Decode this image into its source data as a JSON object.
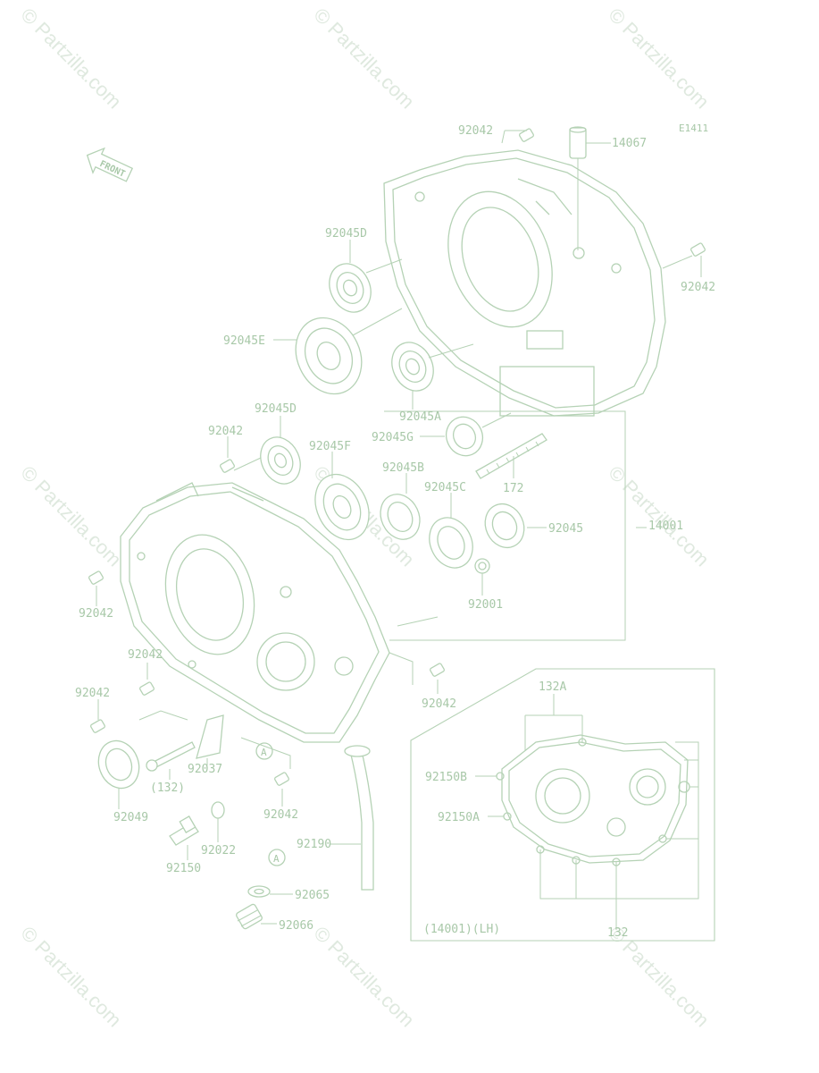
{
  "diagram_code": "E1411",
  "front_label": "FRONT",
  "watermark": "© Partzilla.com",
  "inset_caption": "(14001)(LH)",
  "callouts": [
    {
      "id": "c-92042-top",
      "text": "92042"
    },
    {
      "id": "c-14067",
      "text": "14067"
    },
    {
      "id": "c-92042-right",
      "text": "92042"
    },
    {
      "id": "c-92045D-top",
      "text": "92045D"
    },
    {
      "id": "c-92045E",
      "text": "92045E"
    },
    {
      "id": "c-92045A",
      "text": "92045A"
    },
    {
      "id": "c-92045G",
      "text": "92045G"
    },
    {
      "id": "c-92045D-mid",
      "text": "92045D"
    },
    {
      "id": "c-92042-mid",
      "text": "92042"
    },
    {
      "id": "c-92045F",
      "text": "92045F"
    },
    {
      "id": "c-92045B",
      "text": "92045B"
    },
    {
      "id": "c-92045C",
      "text": "92045C"
    },
    {
      "id": "c-172",
      "text": "172"
    },
    {
      "id": "c-92045",
      "text": "92045"
    },
    {
      "id": "c-14001",
      "text": "14001"
    },
    {
      "id": "c-92001",
      "text": "92001"
    },
    {
      "id": "c-92042-left",
      "text": "92042"
    },
    {
      "id": "c-92042-l2",
      "text": "92042"
    },
    {
      "id": "c-92042-l3",
      "text": "92042"
    },
    {
      "id": "c-92042-low",
      "text": "92042"
    },
    {
      "id": "c-92037",
      "text": "92037"
    },
    {
      "id": "c-132",
      "text": "(132)"
    },
    {
      "id": "c-92049",
      "text": "92049"
    },
    {
      "id": "c-92042-bottom",
      "text": "92042"
    },
    {
      "id": "c-92022",
      "text": "92022"
    },
    {
      "id": "c-92150",
      "text": "92150"
    },
    {
      "id": "c-92190",
      "text": "92190"
    },
    {
      "id": "c-92065",
      "text": "92065"
    },
    {
      "id": "c-92066",
      "text": "92066"
    },
    {
      "id": "c-132A",
      "text": "132A"
    },
    {
      "id": "c-92150B",
      "text": "92150B"
    },
    {
      "id": "c-92150A",
      "text": "92150A"
    },
    {
      "id": "c-132-inset",
      "text": "132"
    },
    {
      "id": "c-A-1",
      "text": "A"
    },
    {
      "id": "c-A-2",
      "text": "A"
    }
  ]
}
